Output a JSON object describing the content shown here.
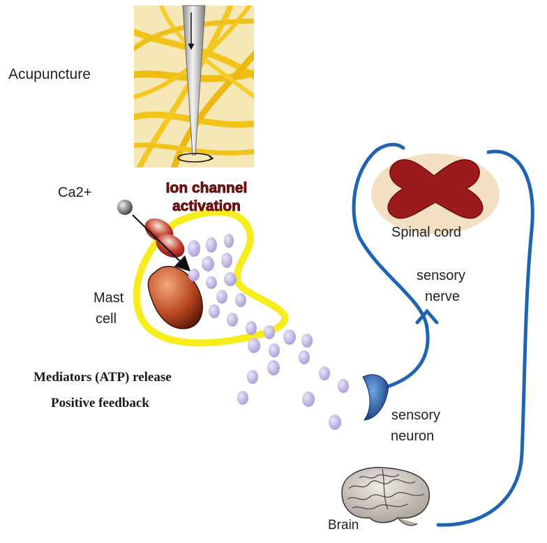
{
  "labels": {
    "acupuncture": "Acupuncture",
    "ca": "Ca2+",
    "ion_line1": "Ion channel",
    "ion_line2": "activation",
    "mast_line1": "Mast",
    "mast_line2": "cell",
    "mediators": "Mediators (ATP) release",
    "feedback": "Positive feedback",
    "spinal": "Spinal cord",
    "nerve_line1": "sensory",
    "nerve_line2": "nerve",
    "neuron_line1": "sensory",
    "neuron_line2": "neuron",
    "brain": "Brain"
  },
  "colors": {
    "collagen": "#f2c41a",
    "tissue": "#f5e7b6",
    "nerve": "#1f63b5",
    "spinal_gray": "#9b1b1b",
    "spinal_white": "#f3dfc1",
    "mediator": "#b8a8dd",
    "mast_membrane": "#f7ec1c"
  }
}
